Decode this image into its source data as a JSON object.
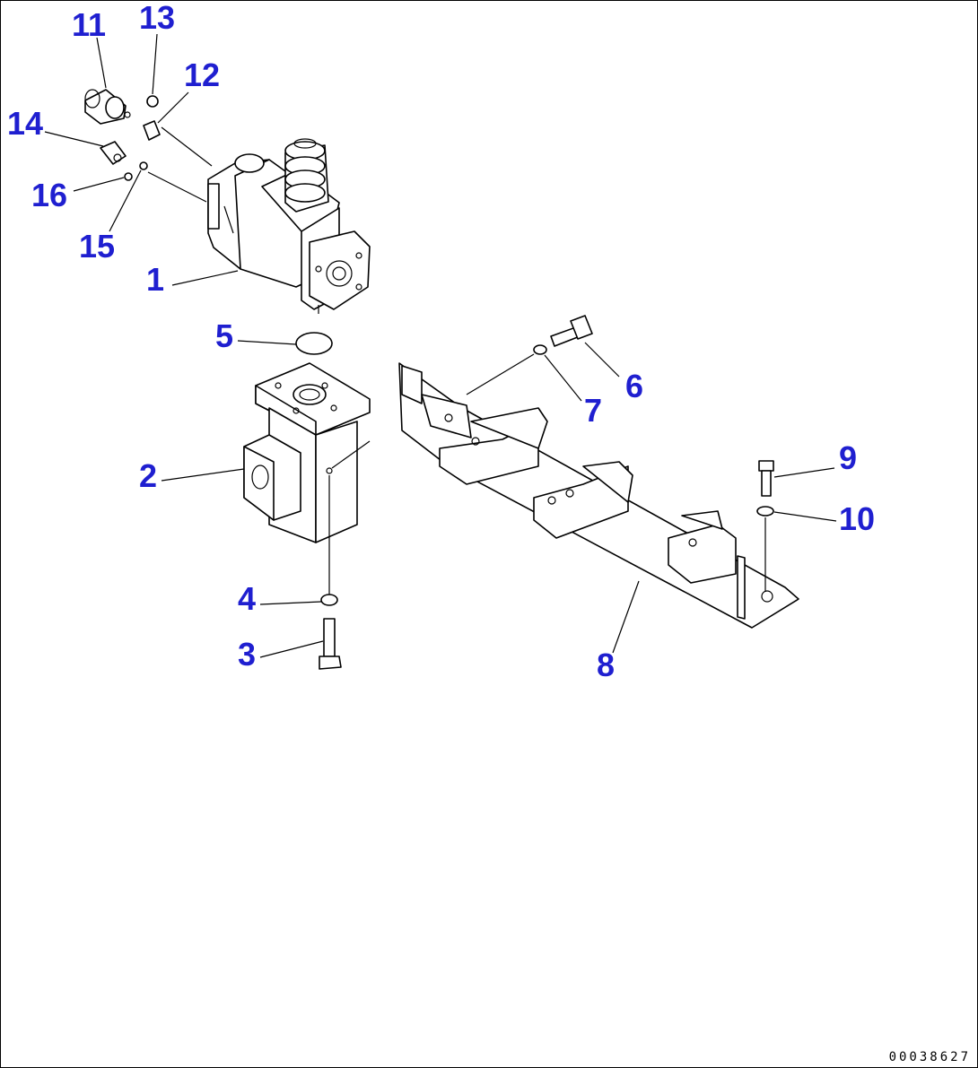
{
  "callouts": {
    "c1": "1",
    "c2": "2",
    "c3": "3",
    "c4": "4",
    "c5": "5",
    "c6": "6",
    "c7": "7",
    "c8": "8",
    "c9": "9",
    "c10": "10",
    "c11": "11",
    "c12": "12",
    "c13": "13",
    "c14": "14",
    "c15": "15",
    "c16": "16"
  },
  "drawing_code": "00038627",
  "colors": {
    "callout": "#1f1fd0",
    "line": "#000000",
    "background": "#ffffff"
  }
}
